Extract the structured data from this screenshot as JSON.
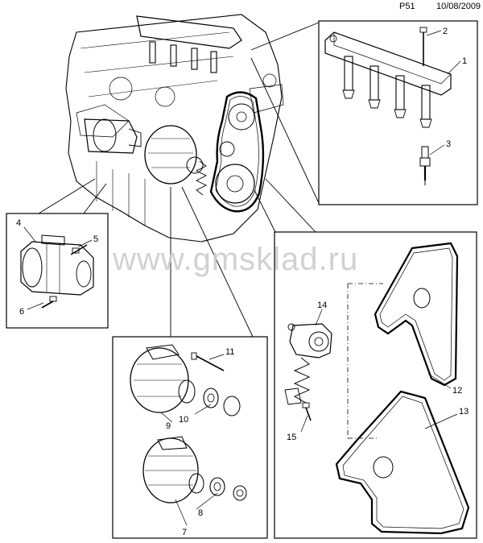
{
  "header": {
    "page_code": "P51",
    "date": "10/08/2009"
  },
  "watermark": "www.gmsklad.ru",
  "callouts": {
    "n1": "1",
    "n2": "2",
    "n3": "3",
    "n4": "4",
    "n5": "5",
    "n6": "6",
    "n7": "7",
    "n8": "8",
    "n9": "9",
    "n10": "10",
    "n11": "11",
    "n12": "12",
    "n13": "13",
    "n14": "14",
    "n15": "15"
  },
  "colors": {
    "line": "#000000",
    "watermark": "#c9c9c9",
    "background": "#ffffff"
  }
}
